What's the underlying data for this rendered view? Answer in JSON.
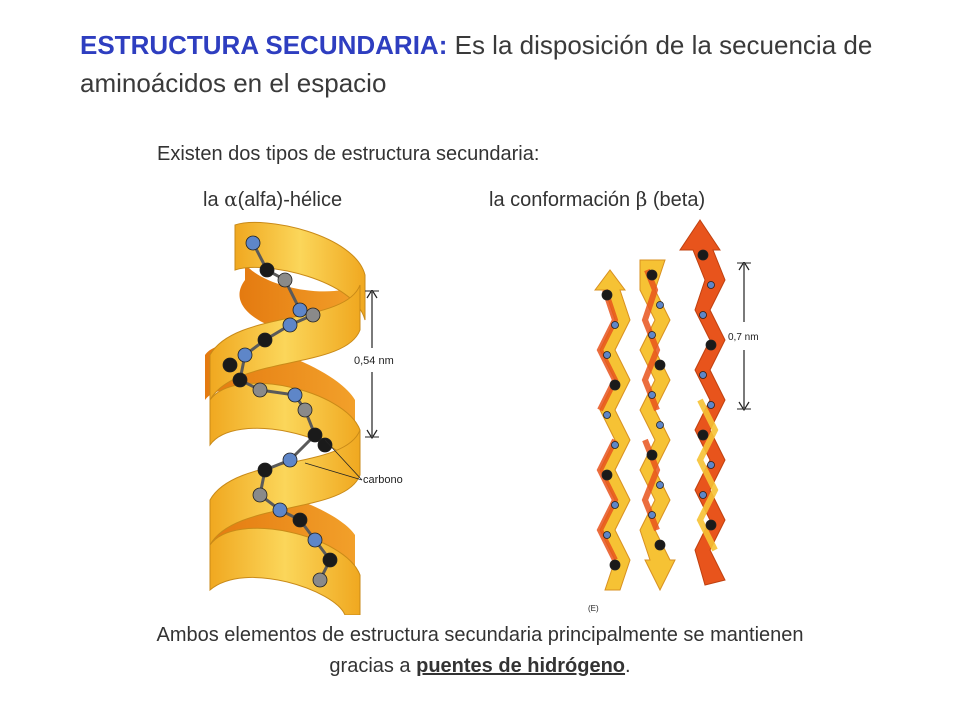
{
  "title": {
    "highlight": "ESTRUCTURA SECUNDARIA:",
    "text": " Es la disposición de la secuencia de aminoácidos en el espacio"
  },
  "subtitle": "Existen dos tipos de estructura secundaria:",
  "alpha": {
    "prefix": "la ",
    "symbol": "α",
    "suffix": "(alfa)-hélice",
    "measure": "0,54 nm",
    "carbon_label": "carbono"
  },
  "beta": {
    "prefix": "la conformación ",
    "symbol": "β",
    "suffix": " (beta)",
    "measure": "0,7 nm",
    "figure_tag": "(E)"
  },
  "footer": {
    "line1": "Ambos elementos de estructura secundaria principalmente se mantienen",
    "line2_prefix": "gracias a ",
    "line2_link": "puentes de hidrógeno",
    "line2_suffix": "."
  },
  "colors": {
    "title_highlight": "#2e3ec0",
    "ribbon_yellow": "#f6c234",
    "ribbon_dark": "#e48a12",
    "beta_red": "#e8541c",
    "atom_blue": "#5e86c8",
    "atom_black": "#1a1a1a",
    "atom_grey": "#8a8a8a"
  }
}
